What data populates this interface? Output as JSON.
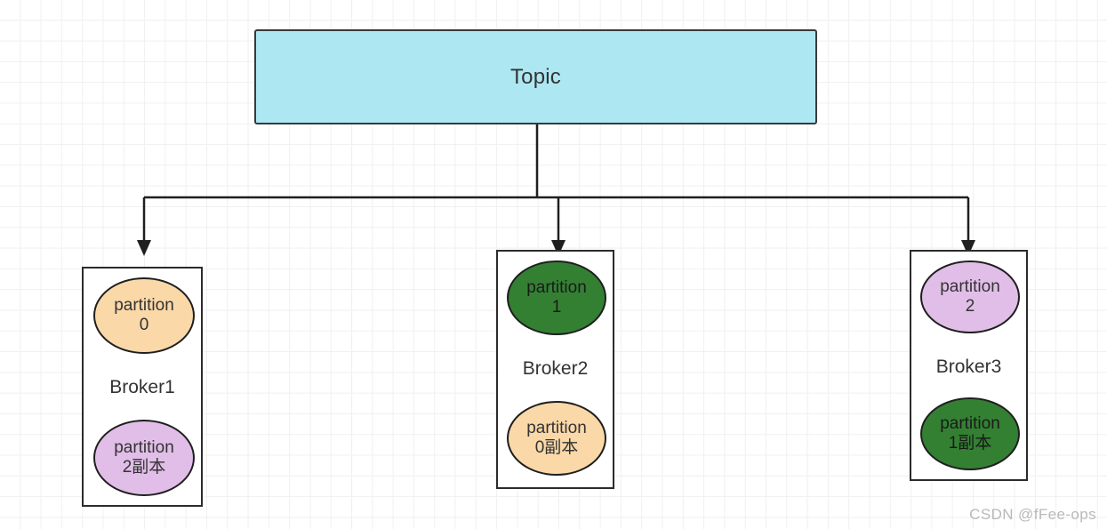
{
  "diagram": {
    "title": "Topic",
    "topic": {
      "label": "Topic",
      "fill": "#ADE8F2",
      "stroke": "#36393d"
    },
    "colors": {
      "orange": "#FAD8A8",
      "green": "#338033",
      "purple": "#E1BEE7",
      "cyan": "#ADE8F2",
      "stroke": "#1f1f1f",
      "grid": "#f0f0f0",
      "watermark": "#b9b9b9"
    },
    "brokers": [
      {
        "name": "Broker1",
        "top_partition": {
          "line1": "partition",
          "line2": "0",
          "fill": "#FAD8A8",
          "text_color": "#333333"
        },
        "bottom_partition": {
          "line1": "partition",
          "line2": "2副本",
          "fill": "#E1BEE7",
          "text_color": "#333333"
        }
      },
      {
        "name": "Broker2",
        "top_partition": {
          "line1": "partition",
          "line2": "1",
          "fill": "#338033",
          "text_color": "#1a1a1a"
        },
        "bottom_partition": {
          "line1": "partition",
          "line2": "0副本",
          "fill": "#FAD8A8",
          "text_color": "#333333"
        }
      },
      {
        "name": "Broker3",
        "top_partition": {
          "line1": "partition",
          "line2": "2",
          "fill": "#E1BEE7",
          "text_color": "#333333"
        },
        "bottom_partition": {
          "line1": "partition",
          "line2": "1副本",
          "fill": "#338033",
          "text_color": "#1a1a1a"
        }
      }
    ],
    "watermark": "CSDN @fFee-ops"
  }
}
